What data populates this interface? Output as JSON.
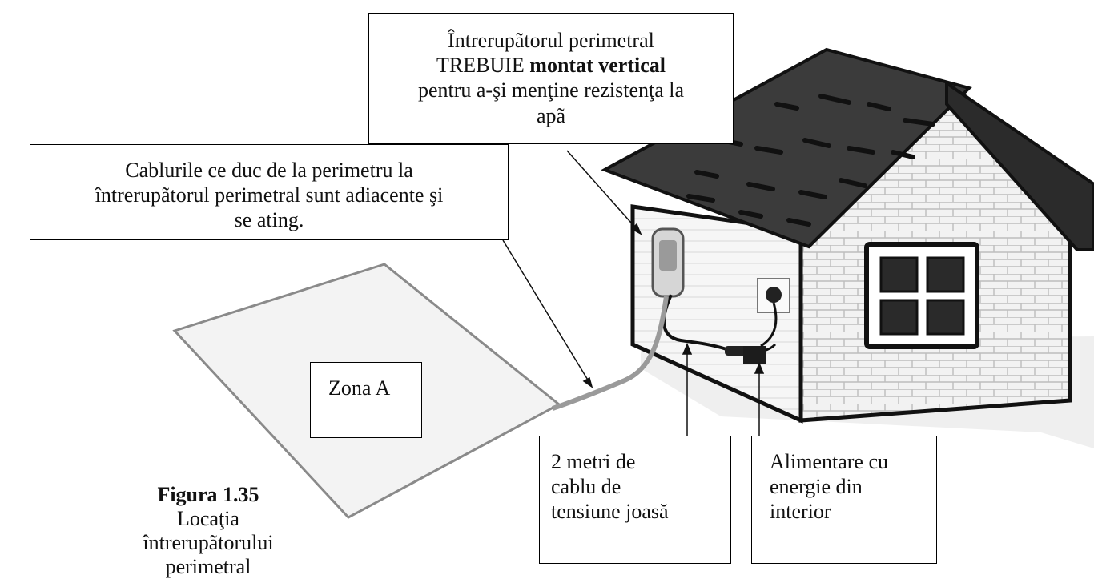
{
  "callouts": {
    "mount": {
      "line1": "Întrerupãtorul perimetral",
      "line2_a": "TREBUIE ",
      "line2_b": "montat vertical",
      "line3": "pentru a-şi menţine rezistenţa la",
      "line4": "apã"
    },
    "cables": {
      "line1": "Cablurile ce duc de la perimetru la",
      "line2": "întrerupãtorul perimetral sunt adiacente şi",
      "line3": "se ating."
    },
    "zone": "Zona A",
    "low_voltage": {
      "line1": "2 metri de",
      "line2": "cablu de",
      "line3": "tensiune joasă"
    },
    "power": {
      "line1": "Alimentare cu",
      "line2": "energie din",
      "line3": "interior"
    }
  },
  "caption": {
    "label": "Figura 1.35",
    "text_line1": "Locaţia întrerupãtorului",
    "text_line2": "perimetral"
  },
  "colors": {
    "roof": "#3a3a3a",
    "wall": "#e9e9e9",
    "brick": "#bdbdbd",
    "lawn": "#f1f1f1"
  }
}
